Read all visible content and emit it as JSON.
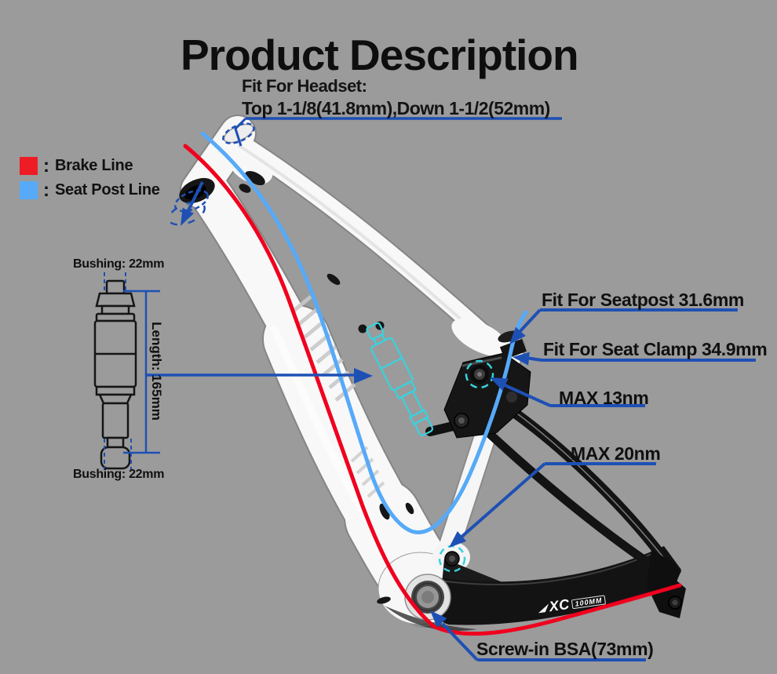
{
  "title": "Product Description",
  "headset_note": {
    "line1": "Fit For Headset:",
    "line2": "Top 1-1/8(41.8mm),Down 1-1/2(52mm)"
  },
  "legend": {
    "separator": ":",
    "items": [
      {
        "id": "brake-line",
        "label": "Brake Line",
        "color": "#ee1c25"
      },
      {
        "id": "seat-post-line",
        "label": "Seat Post Line",
        "color": "#56aaf8"
      }
    ]
  },
  "shock_dimensions": {
    "bushing_top": "Bushing: 22mm",
    "length": "Length: 165mm",
    "bushing_bottom": "Bushing: 22mm"
  },
  "callouts": {
    "seatpost": "Fit For Seatpost 31.6mm",
    "seat_clamp": "Fit For Seat Clamp 34.9mm",
    "rocker_torque": "MAX 13nm",
    "pivot_torque": "MAX 20nm",
    "bottom_bracket": "Screw-in BSA(73mm)"
  },
  "frame_decal": {
    "brand": "XC",
    "travel": "100MM"
  },
  "colors": {
    "background": "#9b9b9b",
    "annotation_blue": "#1e50b4",
    "brake_line_red": "#f0001e",
    "seatpost_line_blue": "#56aaf8",
    "highlight_cyan": "#38d2de",
    "text_black": "#111111"
  }
}
